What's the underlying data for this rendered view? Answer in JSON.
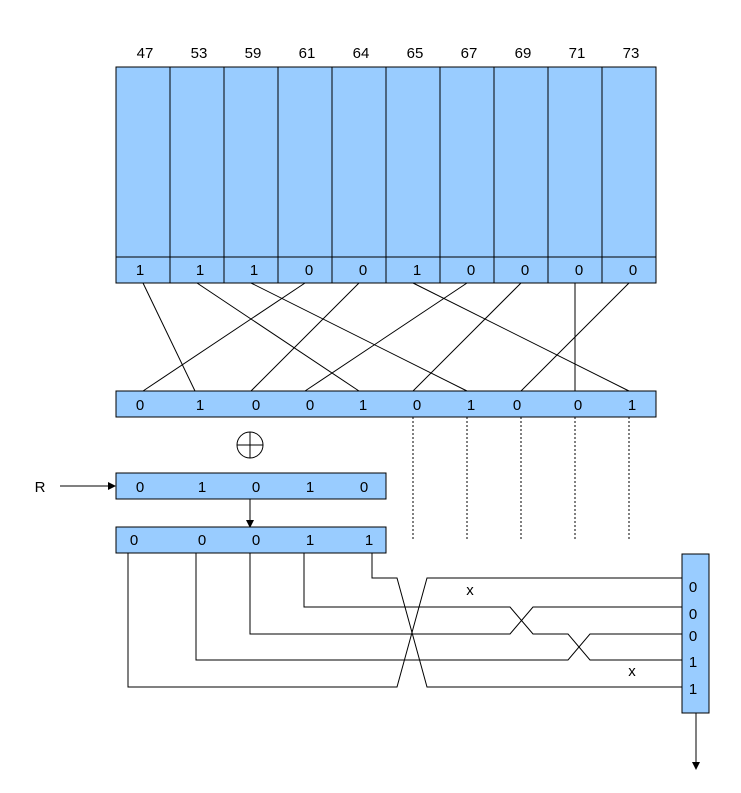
{
  "columns": [
    "47",
    "53",
    "59",
    "61",
    "64",
    "65",
    "67",
    "69",
    "71",
    "73"
  ],
  "column_bits": [
    "1",
    "1",
    "1",
    "0",
    "0",
    "1",
    "0",
    "0",
    "0",
    "0"
  ],
  "permuted_bits": [
    "0",
    "1",
    "0",
    "0",
    "1",
    "0",
    "1",
    "0",
    "0",
    "1"
  ],
  "xor_symbol": "⊕",
  "r_label": "R",
  "r_bits": [
    "0",
    "1",
    "0",
    "1",
    "0"
  ],
  "result_bits": [
    "0",
    "0",
    "0",
    "1",
    "1"
  ],
  "x_marks": [
    "x",
    "x"
  ],
  "output_bits": [
    "0",
    "0",
    "0",
    "1",
    "1"
  ]
}
